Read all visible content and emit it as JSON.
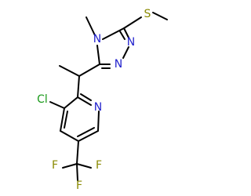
{
  "colors": {
    "bond": "#000000",
    "nitrogen": "#1f1fcc",
    "sulfur": "#8a8a00",
    "chlorine": "#1a9a1a",
    "fluorine": "#8a8a00",
    "carbon": "#000000"
  },
  "atoms": {
    "s": "S",
    "n_methyl": "N",
    "n_triazole_a": "N",
    "n_triazole_b": "N",
    "n_pyridine": "N",
    "cl": "Cl",
    "f_top": "F",
    "f_left": "F",
    "f_right": "F"
  }
}
